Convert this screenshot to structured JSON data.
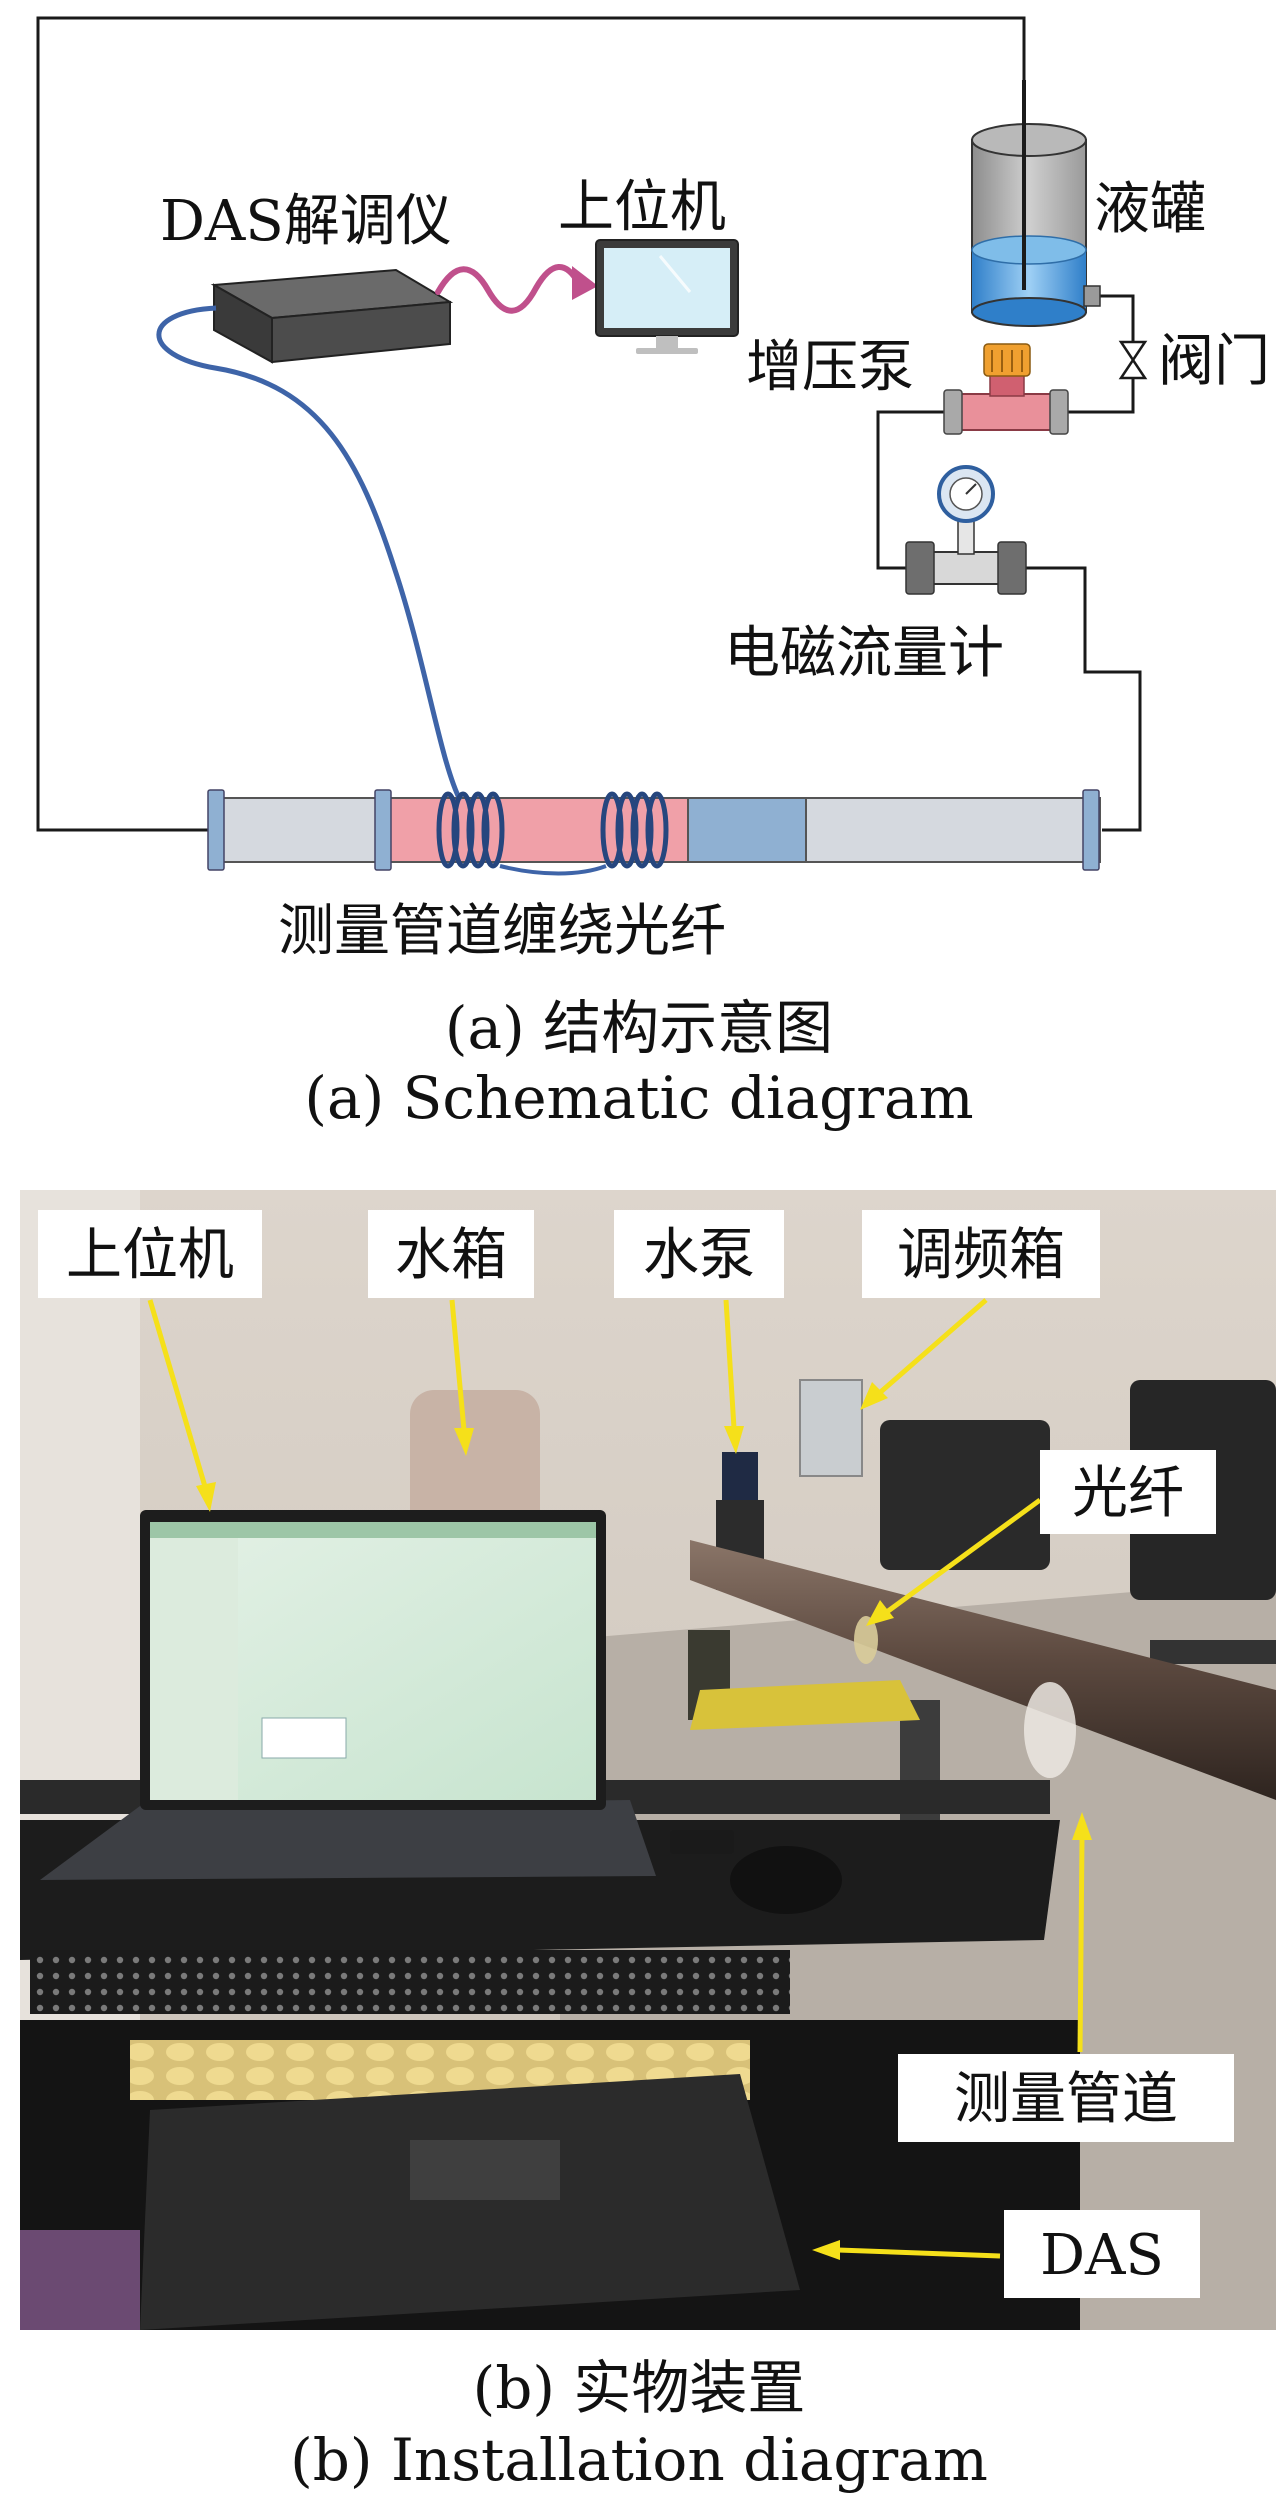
{
  "part_a": {
    "labels": {
      "das": "DAS解调仪",
      "host": "上位机",
      "tank": "液罐",
      "pump": "增压泵",
      "valve": "阀门",
      "flowmeter": "电磁流量计",
      "pipe": "测量管道缠绕光纤"
    },
    "caption_cn": "(a)  结构示意图",
    "caption_en": "(a)  Schematic diagram"
  },
  "part_b": {
    "labels": {
      "host": "上位机",
      "water_tank": "水箱",
      "water_pump": "水泵",
      "fm_box": "调频箱",
      "fiber": "光纤",
      "pipe": "测量管道",
      "das": "DAS"
    },
    "caption_cn": "(b)  实物装置",
    "caption_en": "(b)  Installation diagram"
  },
  "colors": {
    "fiber": "#3e64a8",
    "wave": "#c0508c",
    "pipe_gray": "#d5d9df",
    "pipe_pink": "#f0a0a8",
    "pipe_blue": "#8fb0d2",
    "arrow": "#f5e01a"
  }
}
